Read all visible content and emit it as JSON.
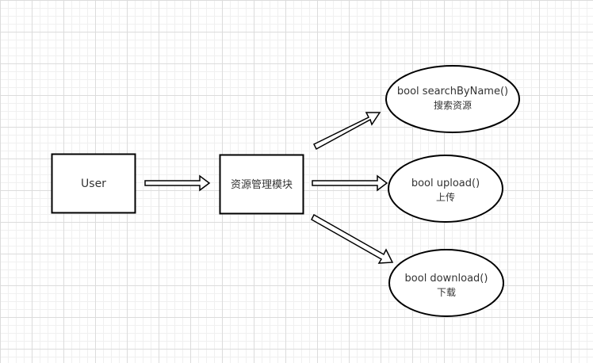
{
  "diagram": {
    "user_box": {
      "label": "User"
    },
    "module_box": {
      "label": "资源管理模块"
    },
    "methods": [
      {
        "signature": "bool searchByName()",
        "description": "搜索资源"
      },
      {
        "signature": "bool upload()",
        "description": "上传"
      },
      {
        "signature": "bool download()",
        "description": "下载"
      }
    ]
  }
}
